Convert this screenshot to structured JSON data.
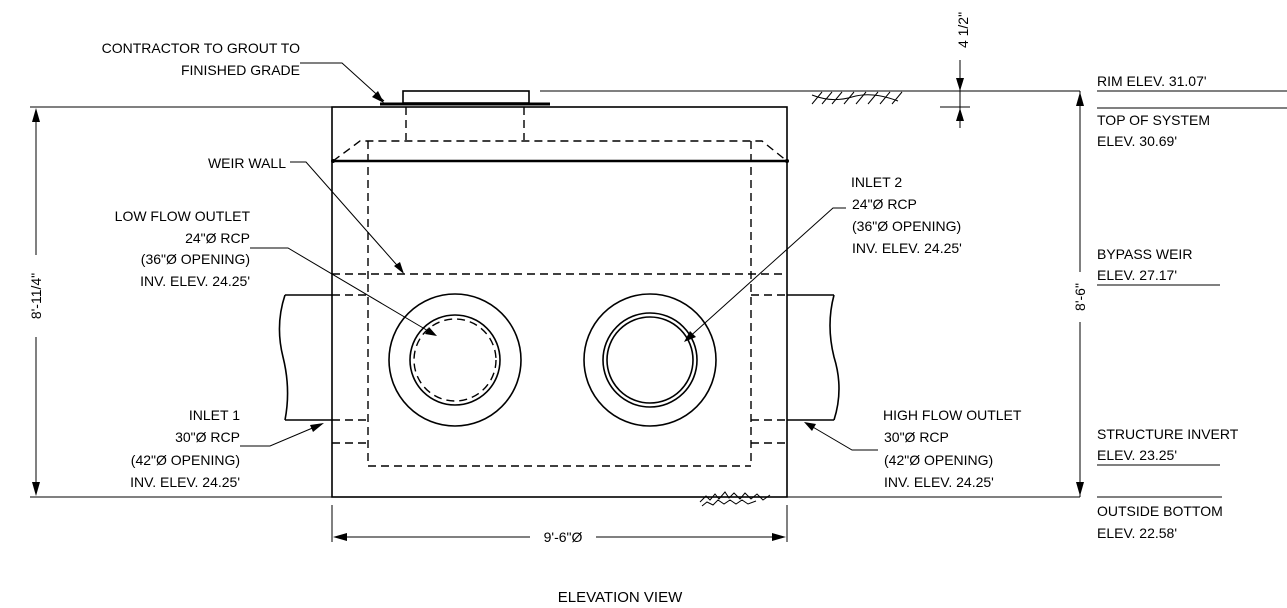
{
  "callouts": {
    "grout": [
      "CONTRACTOR TO GROUT TO",
      "FINISHED GRADE"
    ],
    "weir_wall": "WEIR WALL",
    "low_flow_outlet": [
      "LOW FLOW OUTLET",
      "24\"Ø RCP",
      "(36\"Ø OPENING)",
      "INV. ELEV. 24.25'"
    ],
    "inlet_2": [
      "INLET 2",
      "24\"Ø RCP",
      "(36\"Ø OPENING)",
      "INV. ELEV. 24.25'"
    ],
    "inlet_1": [
      "INLET 1",
      "30\"Ø RCP",
      "(42\"Ø OPENING)",
      "INV. ELEV. 24.25'"
    ],
    "high_flow_outlet": [
      "HIGH FLOW OUTLET",
      "30\"Ø RCP",
      "(42\"Ø OPENING)",
      "INV. ELEV. 24.25'"
    ]
  },
  "elevations": {
    "rim": "RIM ELEV. 31.07'",
    "top_of_system": [
      "TOP OF SYSTEM",
      "ELEV. 30.69'"
    ],
    "bypass_weir": [
      "BYPASS WEIR",
      "ELEV. 27.17'"
    ],
    "structure_invert": [
      "STRUCTURE INVERT",
      "ELEV. 23.25'"
    ],
    "outside_bottom": [
      "OUTSIDE BOTTOM",
      "ELEV. 22.58'"
    ]
  },
  "dimensions": {
    "lid_depth": "4 1/2\"",
    "overall_height": "8'-11/4\"",
    "internal_height": "8'-6\"",
    "diameter": "9'-6\"Ø"
  },
  "caption": "ELEVATION VIEW"
}
